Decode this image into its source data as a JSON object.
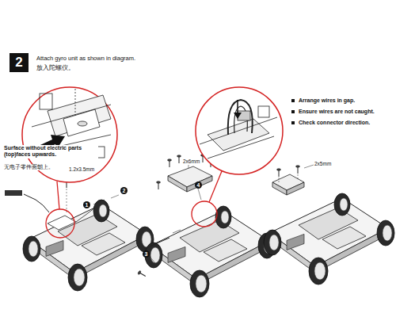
{
  "diagram": {
    "nodes": [
      {
        "text": [
          "2"
        ]
      },
      {
        "text": [
          "1"
        ]
      },
      {
        "text": [
          "2"
        ]
      },
      {
        "text": [
          "3"
        ]
      },
      {
        "text": [
          "4"
        ]
      }
    ],
    "labels": [
      "Attach gyro unit as shown in diagram.",
      "放入陀螺仪。",
      "Arrange wires in gap.",
      "Ensure wires are not caught.",
      "Check connector direction.",
      "Surface without electric parts (top)faces upwards.",
      "无电子零件面朝上。",
      "1.2x3.5mm",
      "2x6mm",
      "2x5mm"
    ]
  }
}
